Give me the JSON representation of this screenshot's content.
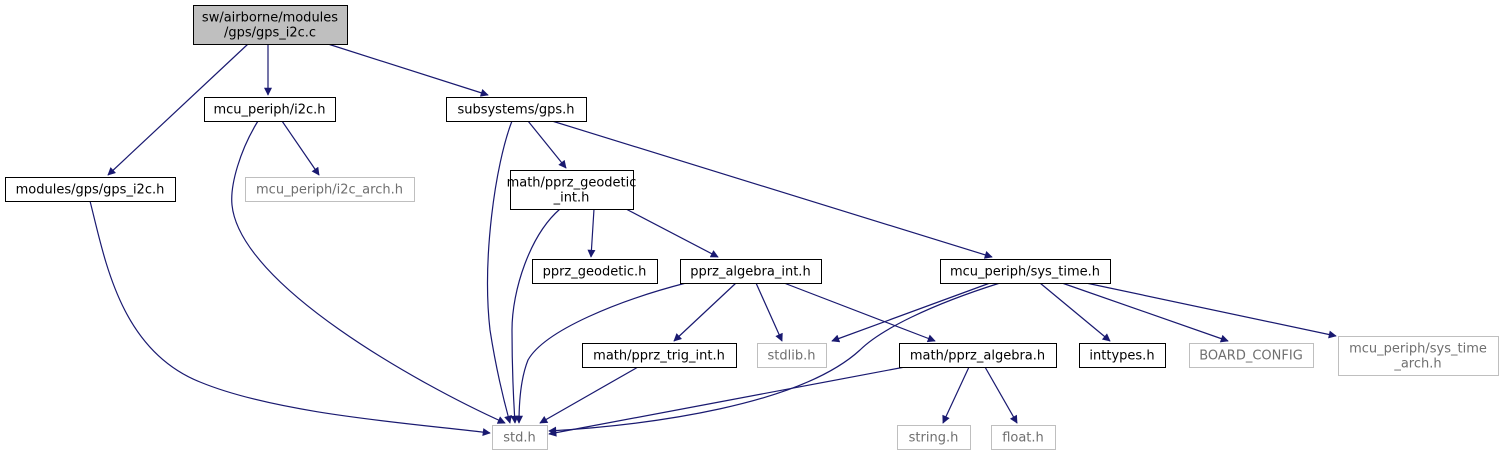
{
  "diagram": {
    "nodes": [
      {
        "id": "root",
        "lines": [
          "sw/airborne/modules",
          "/gps/gps_i2c.c"
        ],
        "style": "root"
      },
      {
        "id": "mcu_i2c",
        "lines": [
          "mcu_periph/i2c.h"
        ],
        "style": "normal"
      },
      {
        "id": "subsys_gps",
        "lines": [
          "subsystems/gps.h"
        ],
        "style": "normal"
      },
      {
        "id": "mod_gps_i2c",
        "lines": [
          "modules/gps/gps_i2c.h"
        ],
        "style": "normal"
      },
      {
        "id": "i2c_arch",
        "lines": [
          "mcu_periph/i2c_arch.h"
        ],
        "style": "external"
      },
      {
        "id": "geodetic_int",
        "lines": [
          "math/pprz_geodetic",
          "_int.h"
        ],
        "style": "normal"
      },
      {
        "id": "pprz_geodetic",
        "lines": [
          "pprz_geodetic.h"
        ],
        "style": "normal"
      },
      {
        "id": "algebra_int",
        "lines": [
          "pprz_algebra_int.h"
        ],
        "style": "normal"
      },
      {
        "id": "sys_time",
        "lines": [
          "mcu_periph/sys_time.h"
        ],
        "style": "normal"
      },
      {
        "id": "trig_int",
        "lines": [
          "math/pprz_trig_int.h"
        ],
        "style": "normal"
      },
      {
        "id": "stdlib",
        "lines": [
          "stdlib.h"
        ],
        "style": "external"
      },
      {
        "id": "algebra",
        "lines": [
          "math/pprz_algebra.h"
        ],
        "style": "normal"
      },
      {
        "id": "inttypes",
        "lines": [
          "inttypes.h"
        ],
        "style": "normal"
      },
      {
        "id": "board_config",
        "lines": [
          "BOARD_CONFIG"
        ],
        "style": "external"
      },
      {
        "id": "sys_time_arch",
        "lines": [
          "mcu_periph/sys_time",
          "_arch.h"
        ],
        "style": "external"
      },
      {
        "id": "std",
        "lines": [
          "std.h"
        ],
        "style": "external"
      },
      {
        "id": "string",
        "lines": [
          "string.h"
        ],
        "style": "external"
      },
      {
        "id": "float",
        "lines": [
          "float.h"
        ],
        "style": "external"
      }
    ],
    "edges": [
      {
        "from": "root",
        "to": "mod_gps_i2c"
      },
      {
        "from": "root",
        "to": "mcu_i2c"
      },
      {
        "from": "root",
        "to": "subsys_gps"
      },
      {
        "from": "mcu_i2c",
        "to": "i2c_arch"
      },
      {
        "from": "mcu_i2c",
        "to": "std"
      },
      {
        "from": "mod_gps_i2c",
        "to": "std"
      },
      {
        "from": "subsys_gps",
        "to": "std"
      },
      {
        "from": "subsys_gps",
        "to": "geodetic_int"
      },
      {
        "from": "subsys_gps",
        "to": "sys_time"
      },
      {
        "from": "geodetic_int",
        "to": "std"
      },
      {
        "from": "geodetic_int",
        "to": "pprz_geodetic"
      },
      {
        "from": "geodetic_int",
        "to": "algebra_int"
      },
      {
        "from": "algebra_int",
        "to": "std"
      },
      {
        "from": "algebra_int",
        "to": "trig_int"
      },
      {
        "from": "algebra_int",
        "to": "stdlib"
      },
      {
        "from": "algebra_int",
        "to": "algebra"
      },
      {
        "from": "trig_int",
        "to": "std"
      },
      {
        "from": "sys_time",
        "to": "stdlib"
      },
      {
        "from": "sys_time",
        "to": "std"
      },
      {
        "from": "sys_time",
        "to": "inttypes"
      },
      {
        "from": "sys_time",
        "to": "board_config"
      },
      {
        "from": "sys_time",
        "to": "sys_time_arch"
      },
      {
        "from": "algebra",
        "to": "std"
      },
      {
        "from": "algebra",
        "to": "string"
      },
      {
        "from": "algebra",
        "to": "float"
      }
    ],
    "colors": {
      "edge": "#191970",
      "root_fill": "#bfbfbf",
      "node_border": "#000000",
      "external_border": "#bfbfbf",
      "external_text": "#6f6f6f",
      "text": "#000000"
    }
  }
}
